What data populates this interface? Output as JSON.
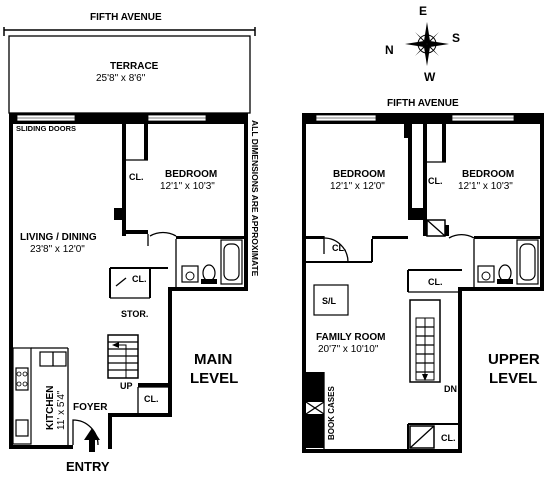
{
  "compass": {
    "n": "N",
    "e": "E",
    "s": "S",
    "w": "W"
  },
  "notes": {
    "dimensions": "ALL DIMENSIONS ARE APPROXIMATE"
  },
  "main_level": {
    "title_line1": "MAIN",
    "title_line2": "LEVEL",
    "street": "FIFTH AVENUE",
    "terrace": {
      "name": "TERRACE",
      "dims": "25'8\" x 8'6\""
    },
    "sliding_doors": "SLIDING DOORS",
    "bedroom": {
      "name": "BEDROOM",
      "dims": "12'1\" x 10'3\""
    },
    "closet_bedroom": "CL.",
    "living_dining": {
      "name": "LIVING / DINING",
      "dims": "23'8\" x 12'0\""
    },
    "closet_hall": "CL.",
    "storage": "STOR.",
    "stairs_up": "UP",
    "kitchen": {
      "name": "KITCHEN",
      "dims": "11' x 5'4\""
    },
    "foyer": "FOYER",
    "closet_foyer": "CL.",
    "entry": "ENTRY"
  },
  "upper_level": {
    "title_line1": "UPPER",
    "title_line2": "LEVEL",
    "street": "FIFTH AVENUE",
    "bedroom_left": {
      "name": "BEDROOM",
      "dims": "12'1\" x 12'0\""
    },
    "bedroom_right": {
      "name": "BEDROOM",
      "dims": "12'1\" x 10'3\""
    },
    "closet_right_bedroom": "CL.",
    "closet_left_bedroom": "CL.",
    "closet_bath": "CL.",
    "skylight": "S/L",
    "family_room": {
      "name": "FAMILY ROOM",
      "dims": "20'7\" x 10'10\""
    },
    "book_cases": "BOOK CASES",
    "stairs_down": "DN",
    "closet_bottom": "CL."
  }
}
